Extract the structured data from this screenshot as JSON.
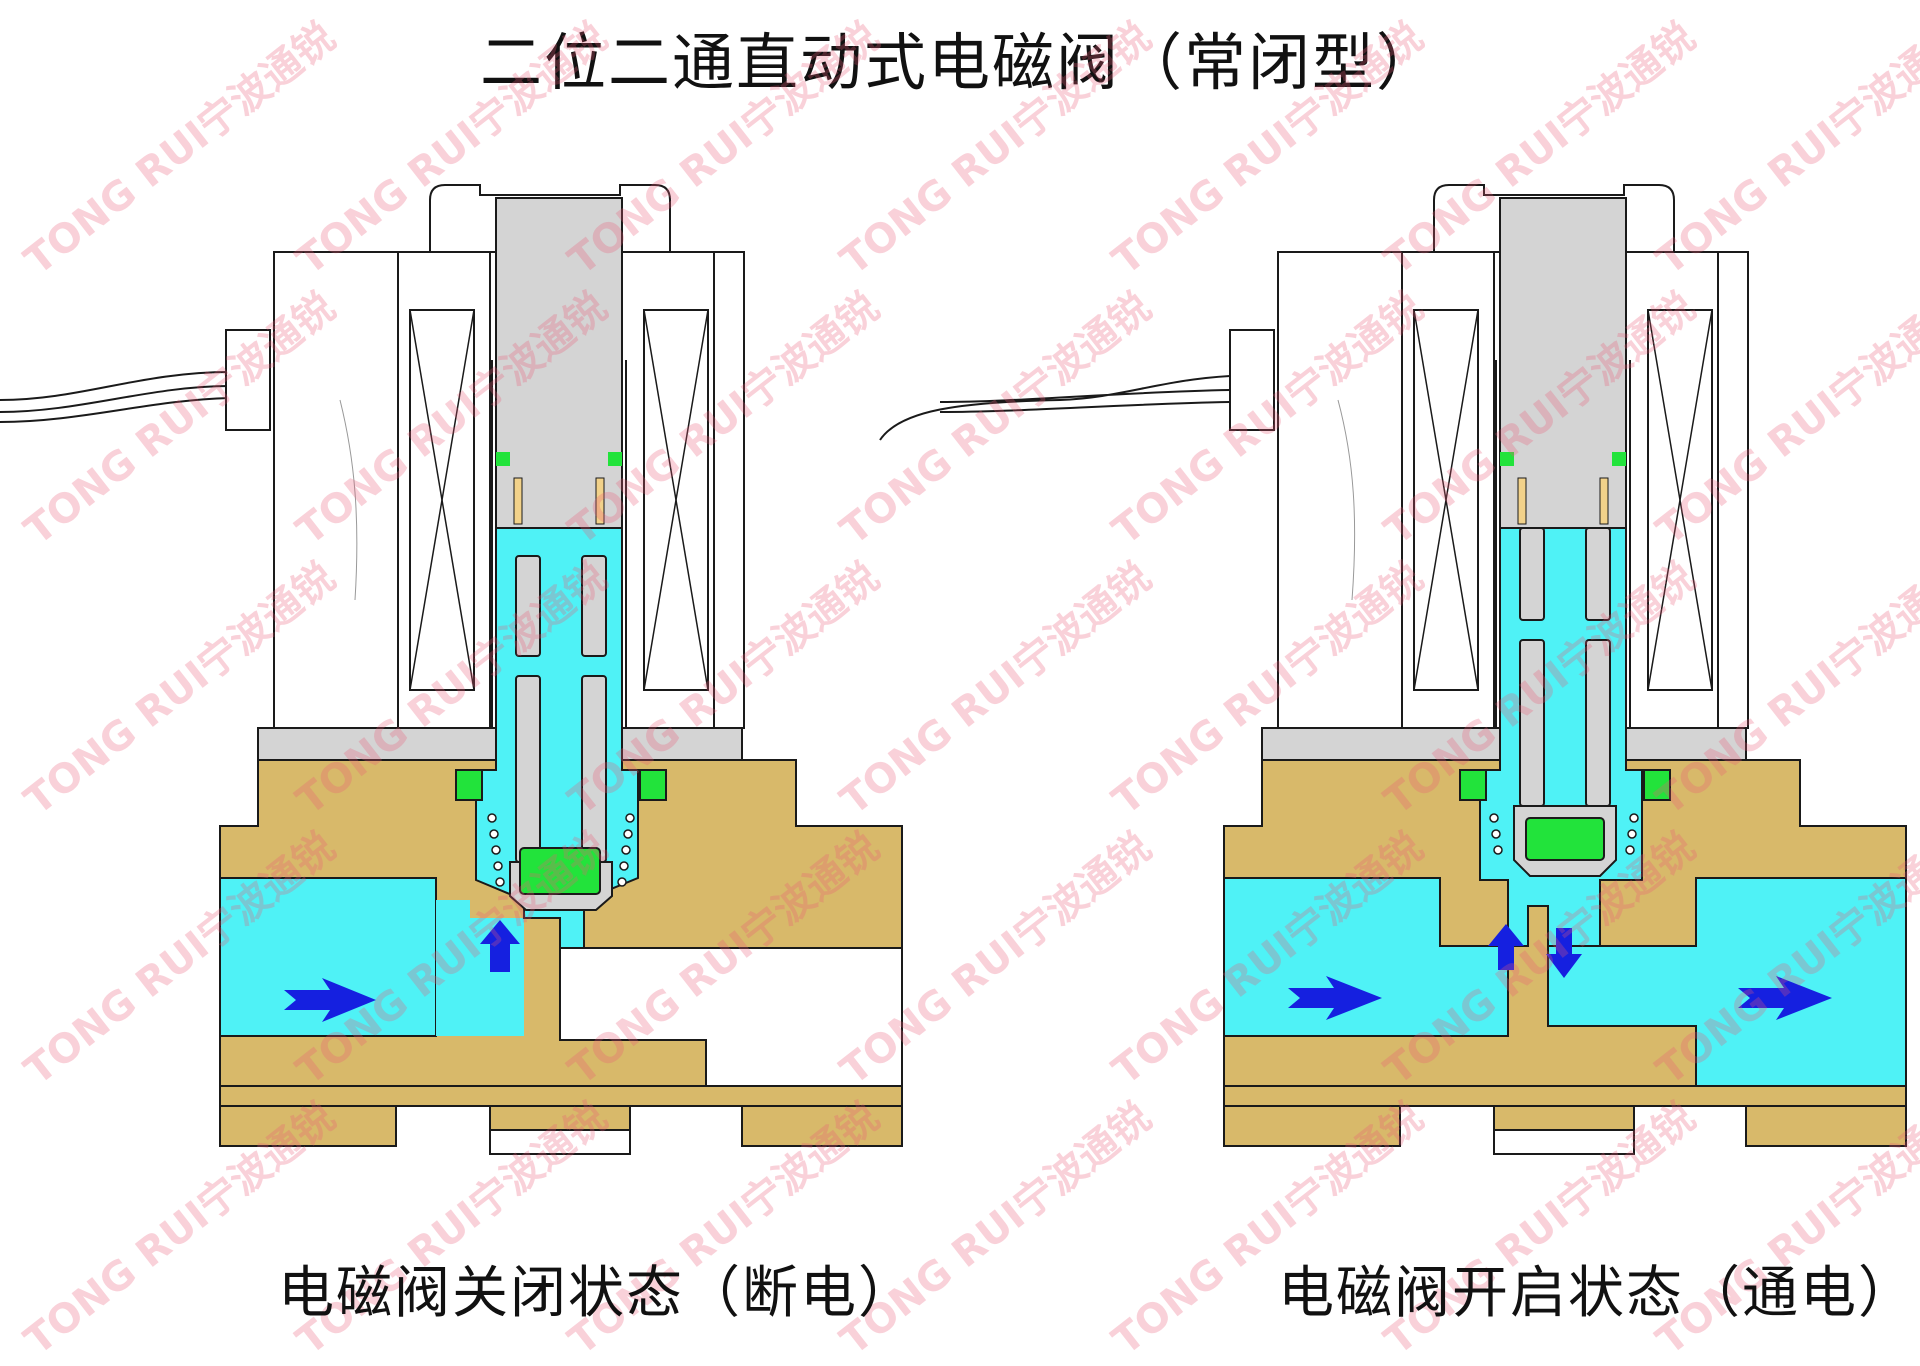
{
  "title": "二位二通直动式电磁阀（常闭型）",
  "captions": {
    "closed": "电磁阀关闭状态（断电）",
    "open": "电磁阀开启状态（通电）"
  },
  "watermark": "TONG RUI宁波通锐",
  "colors": {
    "brass": "#D8B96A",
    "fluid": "#4FF2F6",
    "seal": "#22E33B",
    "coil_gray": "#D4D4D4",
    "arrow": "#1520E0",
    "outline": "#1A1A1A"
  }
}
